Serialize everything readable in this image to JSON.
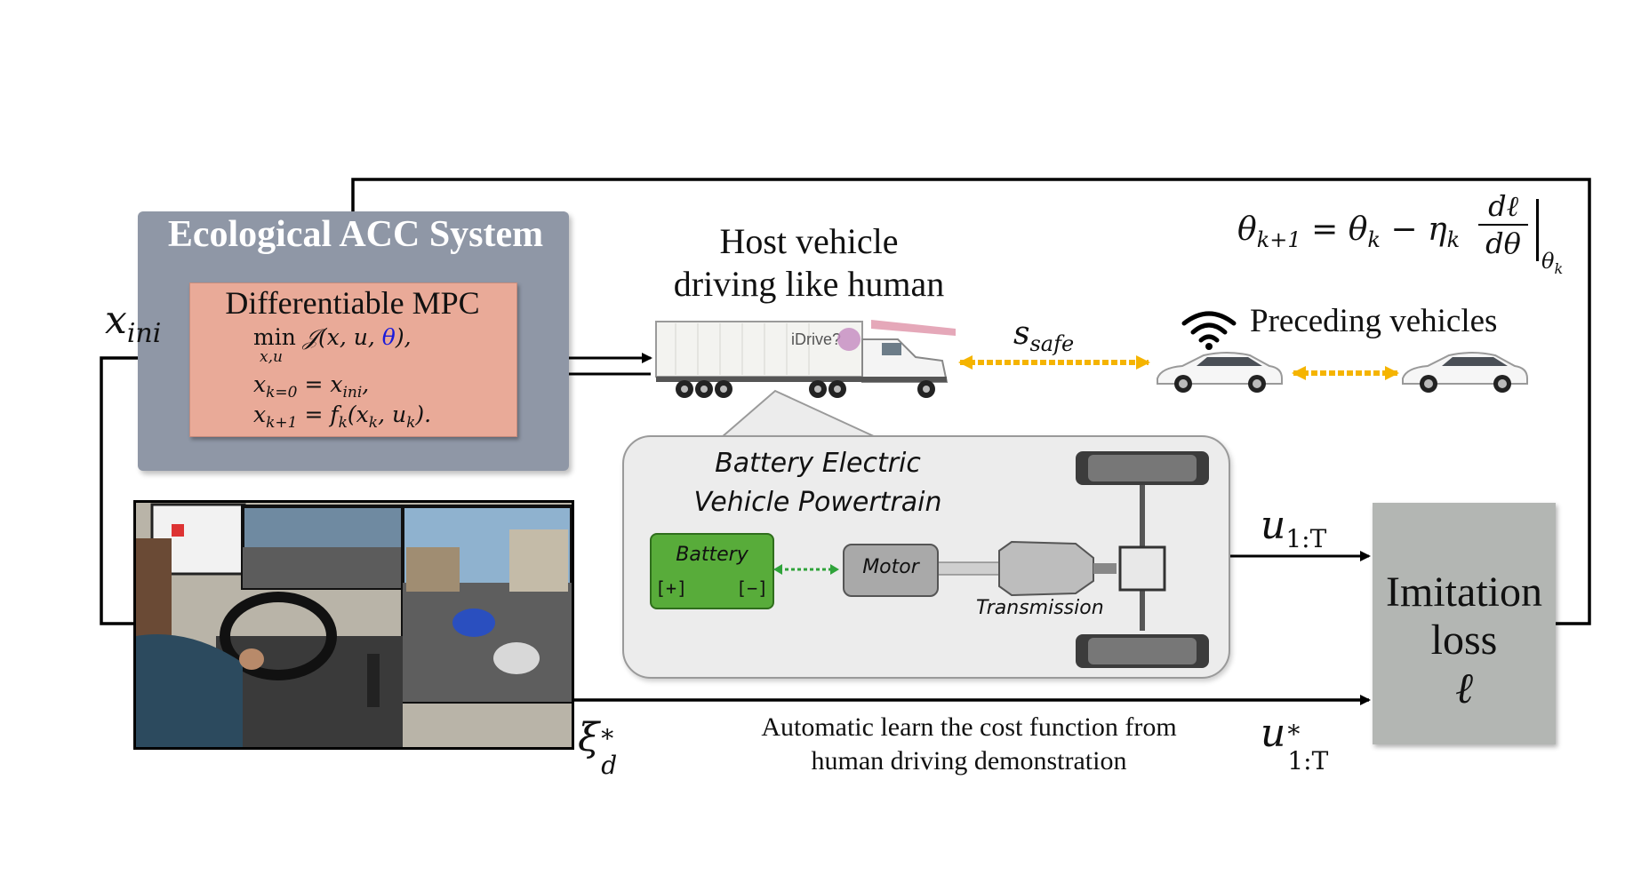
{
  "ecological_acc": {
    "title": "Ecological ACC System",
    "mpc_title": "Differentiable MPC",
    "eq_min": "min",
    "eq_min_sub": "x,u",
    "eq_cost_pre": "𝒥(x, u, ",
    "eq_cost_theta": "θ",
    "eq_cost_post": "),",
    "eq_init": "x",
    "eq_init_sub": "k=0",
    "eq_init_rhs": "= x",
    "eq_init_rhs_sub": "ini",
    "eq_init_end": ",",
    "eq_dyn": "x",
    "eq_dyn_sub": "k+1",
    "eq_dyn_rhs": "= f",
    "eq_dyn_rhs_sub": "k",
    "eq_dyn_args_pre": "(x",
    "eq_dyn_args_sub1": "k",
    "eq_dyn_args_mid": ", u",
    "eq_dyn_args_sub2": "k",
    "eq_dyn_args_end": ")."
  },
  "x_ini": {
    "base": "x",
    "sub": "ini"
  },
  "host_vehicle": {
    "line1": "Host vehicle",
    "line2": "driving like human",
    "truck_label": "iDrive?"
  },
  "s_safe": {
    "base": "s",
    "sub": "safe"
  },
  "preceding": {
    "label": "Preceding vehicles"
  },
  "update_rule": {
    "lhs": "θ",
    "lhs_sub": "k+1",
    "eq": "=",
    "term1": "θ",
    "term1_sub": "k",
    "minus": "−",
    "eta": "η",
    "eta_sub": "k",
    "num": "dℓ",
    "den": "dθ",
    "eval": "θ",
    "eval_sub": "k"
  },
  "powertrain": {
    "title_line1": "Battery  Electric",
    "title_line2": "Vehicle  Powertrain",
    "battery": "Battery",
    "plus": "[+]",
    "minus": "[−]",
    "motor": "Motor",
    "transmission": "Transmission"
  },
  "u_1T": {
    "base": "u",
    "sub": "1:T"
  },
  "u_star": {
    "base": "u",
    "sup": "*",
    "sub": "1:T"
  },
  "xi_star": {
    "base": "ξ",
    "sup": "*",
    "sub": "d"
  },
  "imitation": {
    "line1": "Imitation",
    "line2": "loss",
    "line3": "ℓ"
  },
  "caption": {
    "line1": "Automatic learn the cost function from",
    "line2": "human driving demonstration"
  },
  "colors": {
    "eco_box": "#8f97a6",
    "mpc_box": "#e9aa98",
    "theta_blue": "#1a1adb",
    "battery_green": "#58ac3a",
    "imitation_gray": "#b3b6b3",
    "dashed_yellow": "#f5b400"
  }
}
